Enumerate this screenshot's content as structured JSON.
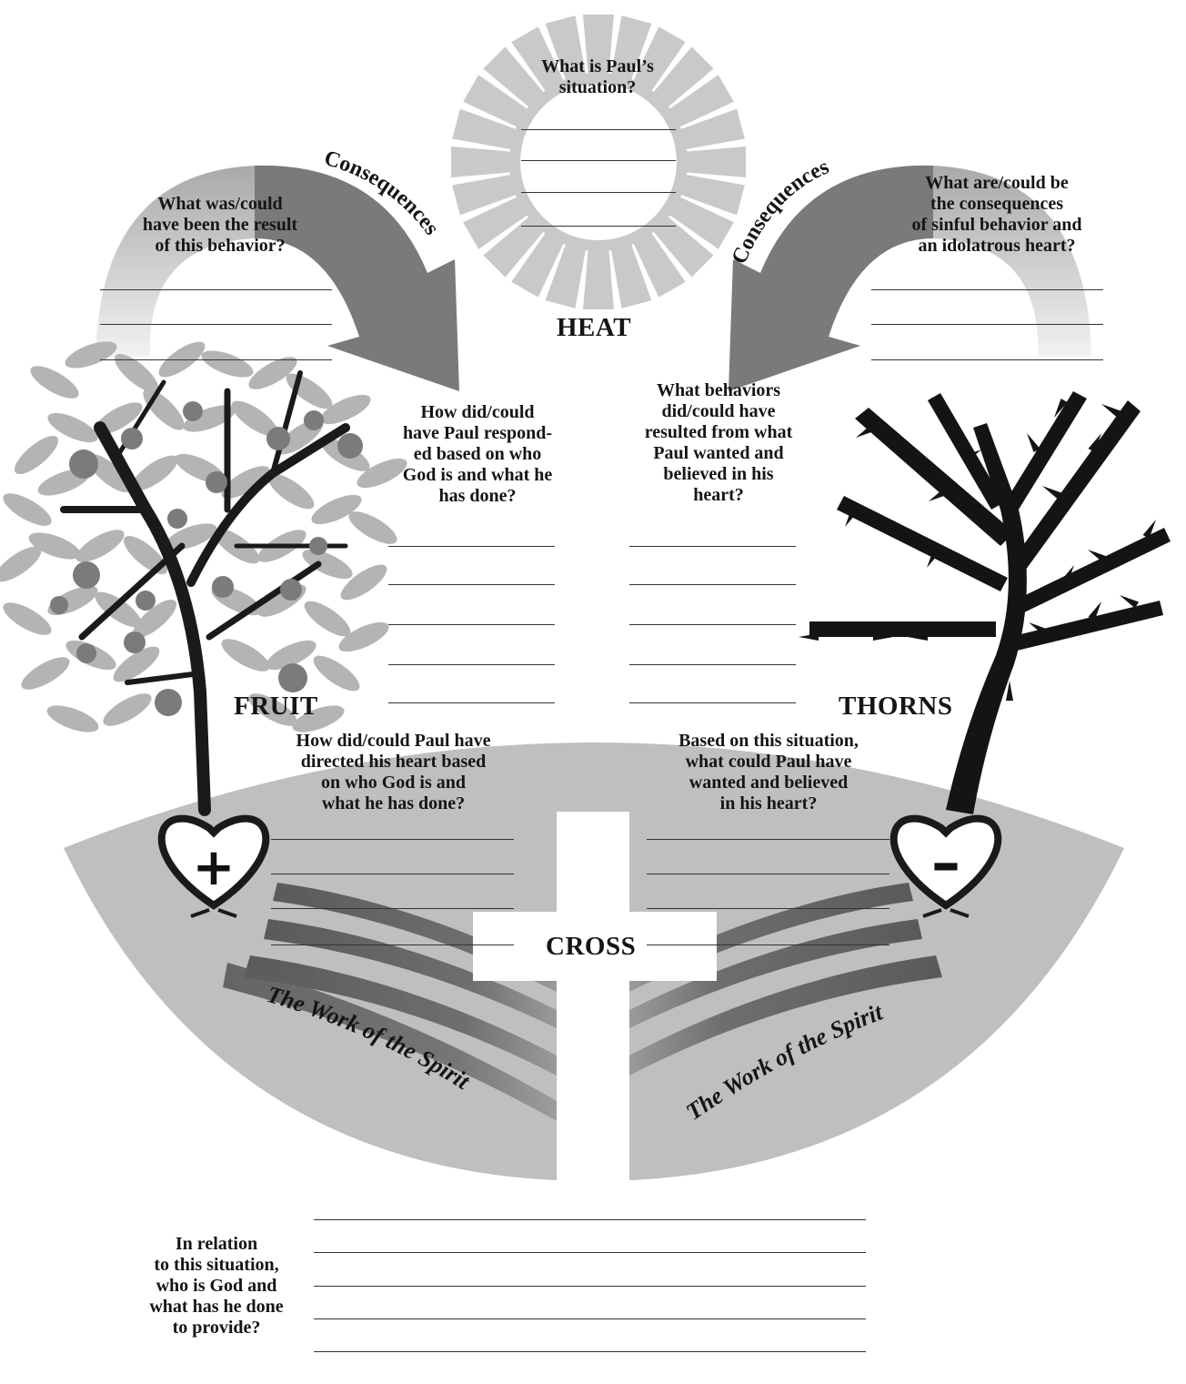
{
  "heat": {
    "label": "HEAT",
    "question": "What is Paul’s\nsituation?"
  },
  "consequences": {
    "left_label": "Consequences",
    "right_label": "Consequences",
    "left_question": "What was/could\nhave been the result\nof this behavior?",
    "right_question": "What are/could be\nthe consequences\nof sinful behavior and\nan idolatrous heart?"
  },
  "fruit": {
    "label": "FRUIT",
    "response_question": "How did/could\nhave Paul respond-\ned based on who\nGod is and what he\nhas done?",
    "heart_question": "How did/could Paul have\ndirected his heart based\non who God is and\nwhat he has done?",
    "heart_symbol": "+"
  },
  "thorns": {
    "label": "THORNS",
    "behavior_question": "What behaviors\ndid/could have\nresulted from what\nPaul wanted and\nbelieved in his\nheart?",
    "heart_question": "Based on this situation,\nwhat could Paul have\nwanted and believed\nin his heart?",
    "heart_symbol": "–"
  },
  "cross": {
    "label": "CROSS"
  },
  "spirit": {
    "left": "The Work of the Spirit",
    "right": "The Work of the Spirit"
  },
  "god": {
    "question": "In relation\nto this situation,\nwho is God and\nwhat has he done\nto provide?"
  },
  "colors": {
    "light_gray": "#c2c2c2",
    "mid_gray": "#9a9a9a",
    "dark_gray": "#6f6f6f",
    "ink": "#1a1a1a"
  },
  "icons": [
    "sun-icon",
    "fruit-tree-icon",
    "thorn-tree-icon",
    "heart-plus-icon",
    "heart-minus-icon",
    "cross-icon",
    "consequence-arrow-icon"
  ]
}
